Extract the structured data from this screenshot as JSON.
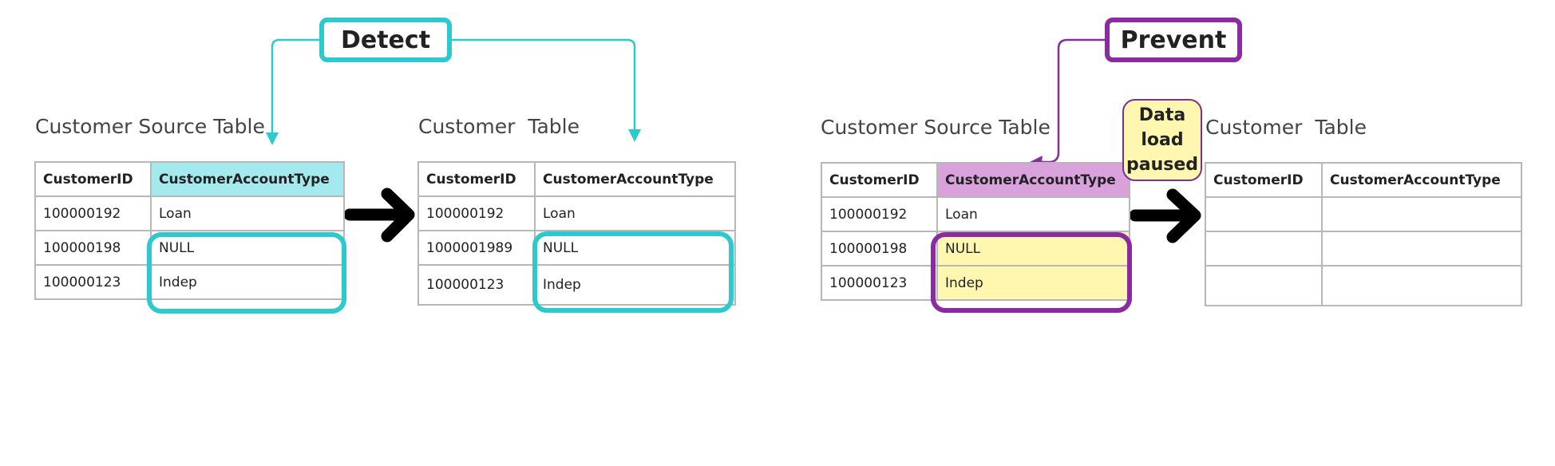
{
  "colors": {
    "detect_accent": "#2ec8cf",
    "prevent_accent": "#8a2ca0",
    "detect_header_fill": "#a3e9ee",
    "prevent_header_fill": "#d9a2dd",
    "highlight_fill": "#fff7b0",
    "grid_line": "#b7b7b7"
  },
  "detect": {
    "label": "Detect",
    "source_title": "Customer Source Table",
    "target_title": "Customer  Table",
    "source_table": {
      "headers": [
        "CustomerID",
        "CustomerAccountType"
      ],
      "rows": [
        [
          "100000192",
          "Loan"
        ],
        [
          "100000198",
          "NULL"
        ],
        [
          "100000123",
          "Indep"
        ]
      ]
    },
    "target_table": {
      "headers": [
        "CustomerID",
        "CustomerAccountType"
      ],
      "rows": [
        [
          "100000192",
          "Loan"
        ],
        [
          "1000001989",
          "NULL"
        ],
        [
          "100000123",
          "Indep"
        ]
      ]
    }
  },
  "prevent": {
    "label": "Prevent",
    "source_title": "Customer Source Table",
    "target_title": "Customer  Table",
    "status_badge": "Data load paused",
    "source_table": {
      "headers": [
        "CustomerID",
        "CustomerAccountType"
      ],
      "rows": [
        [
          "100000192",
          "Loan"
        ],
        [
          "100000198",
          "NULL"
        ],
        [
          "100000123",
          "Indep"
        ]
      ]
    },
    "target_table": {
      "headers": [
        "CustomerID",
        "CustomerAccountType"
      ],
      "rows": [
        [
          "",
          ""
        ],
        [
          "",
          ""
        ],
        [
          "",
          ""
        ]
      ]
    }
  },
  "icons": {
    "flow_arrow": "right-arrow-icon",
    "connector_arrow": "arrow-down-icon"
  }
}
